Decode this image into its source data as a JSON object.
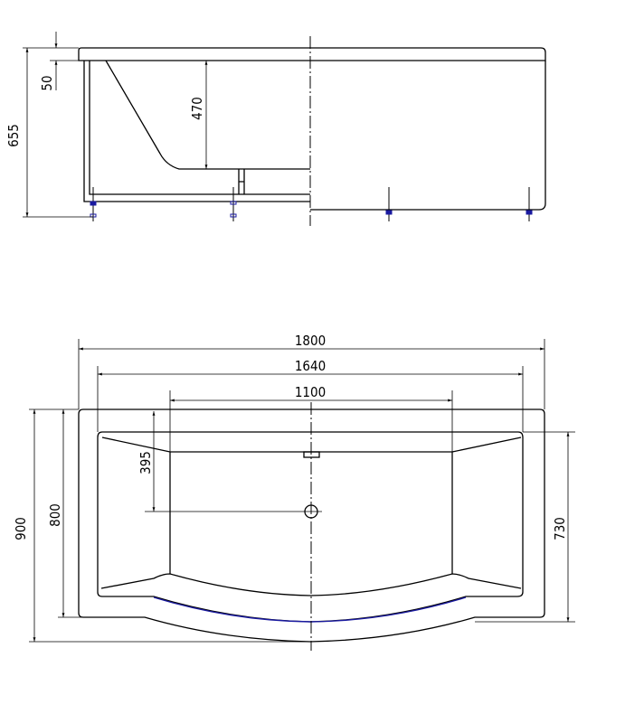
{
  "side_view": {
    "dimensions": {
      "overall_height": "655",
      "rim_thickness": "50",
      "depth": "470"
    }
  },
  "top_view": {
    "dimensions": {
      "overall_length": "1800",
      "inner_length": "1640",
      "floor_length": "1100",
      "overall_width": "900",
      "rim_width": "800",
      "drain_offset": "395",
      "inner_width": "730"
    }
  },
  "colors": {
    "line": "#000000",
    "accent": "#1a1aa0",
    "legs": "#1a1aa0"
  }
}
